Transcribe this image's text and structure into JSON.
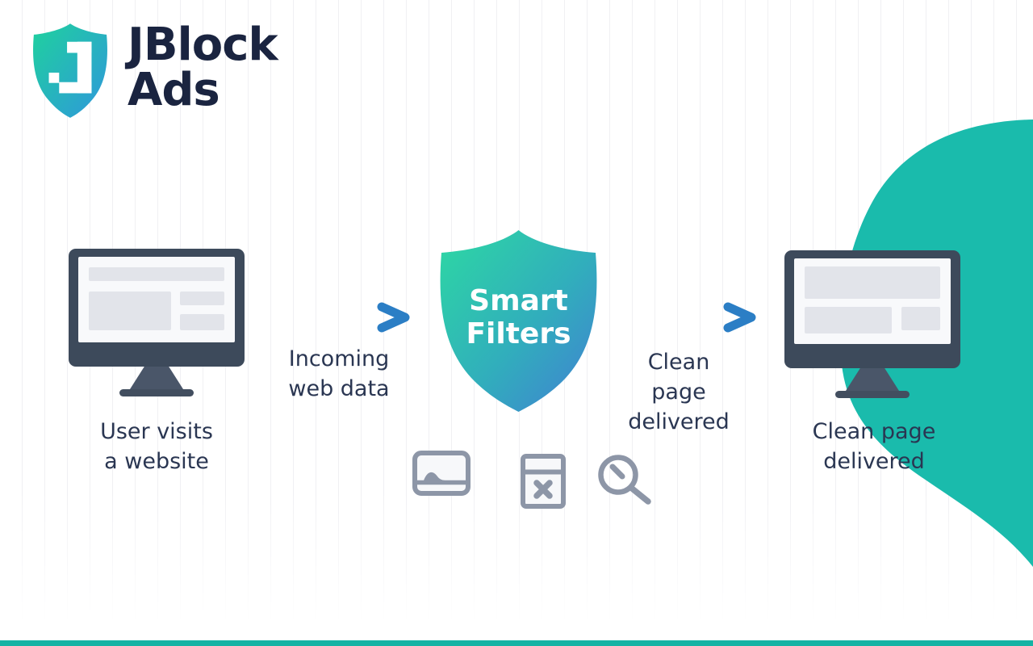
{
  "brand": {
    "logo_letter": "J",
    "title_line1": "JBlock",
    "title_line2": "Ads"
  },
  "flow": {
    "source_label": {
      "line1": "User visits",
      "line2": "a website"
    },
    "incoming_arrow_label": {
      "line1": "Incoming",
      "line2": "web data"
    },
    "filter_shield": {
      "line1": "Smart",
      "line2": "Filters"
    },
    "outgoing_arrow_label": {
      "line1": "Clean",
      "line2": "page",
      "line3": "delivered"
    },
    "result_label": {
      "line1": "Clean page",
      "line2": "delivered"
    }
  },
  "blocked_icons": {
    "ad_banner": "ad-banner-icon",
    "popup": "blocked-popup-icon",
    "tracker": "tracker-magnifier-icon"
  },
  "colors": {
    "teal_blob": "#1abbac",
    "bottom_bar": "#14b3a4",
    "shield_gradient_start": "#2dd8a3",
    "shield_gradient_end": "#417fd3",
    "logo_gradient_start": "#1fd19e",
    "logo_gradient_end": "#2f97dc",
    "arrow_gradient_start": "#2ebca7",
    "arrow_gradient_end": "#2b7ec5",
    "logo_text": "#1a2440",
    "label_text": "#2a3652",
    "monitor_frame": "#3d4a5b",
    "screen_block_gray": "#e2e4ea",
    "icon_gray": "#8d96a7"
  }
}
